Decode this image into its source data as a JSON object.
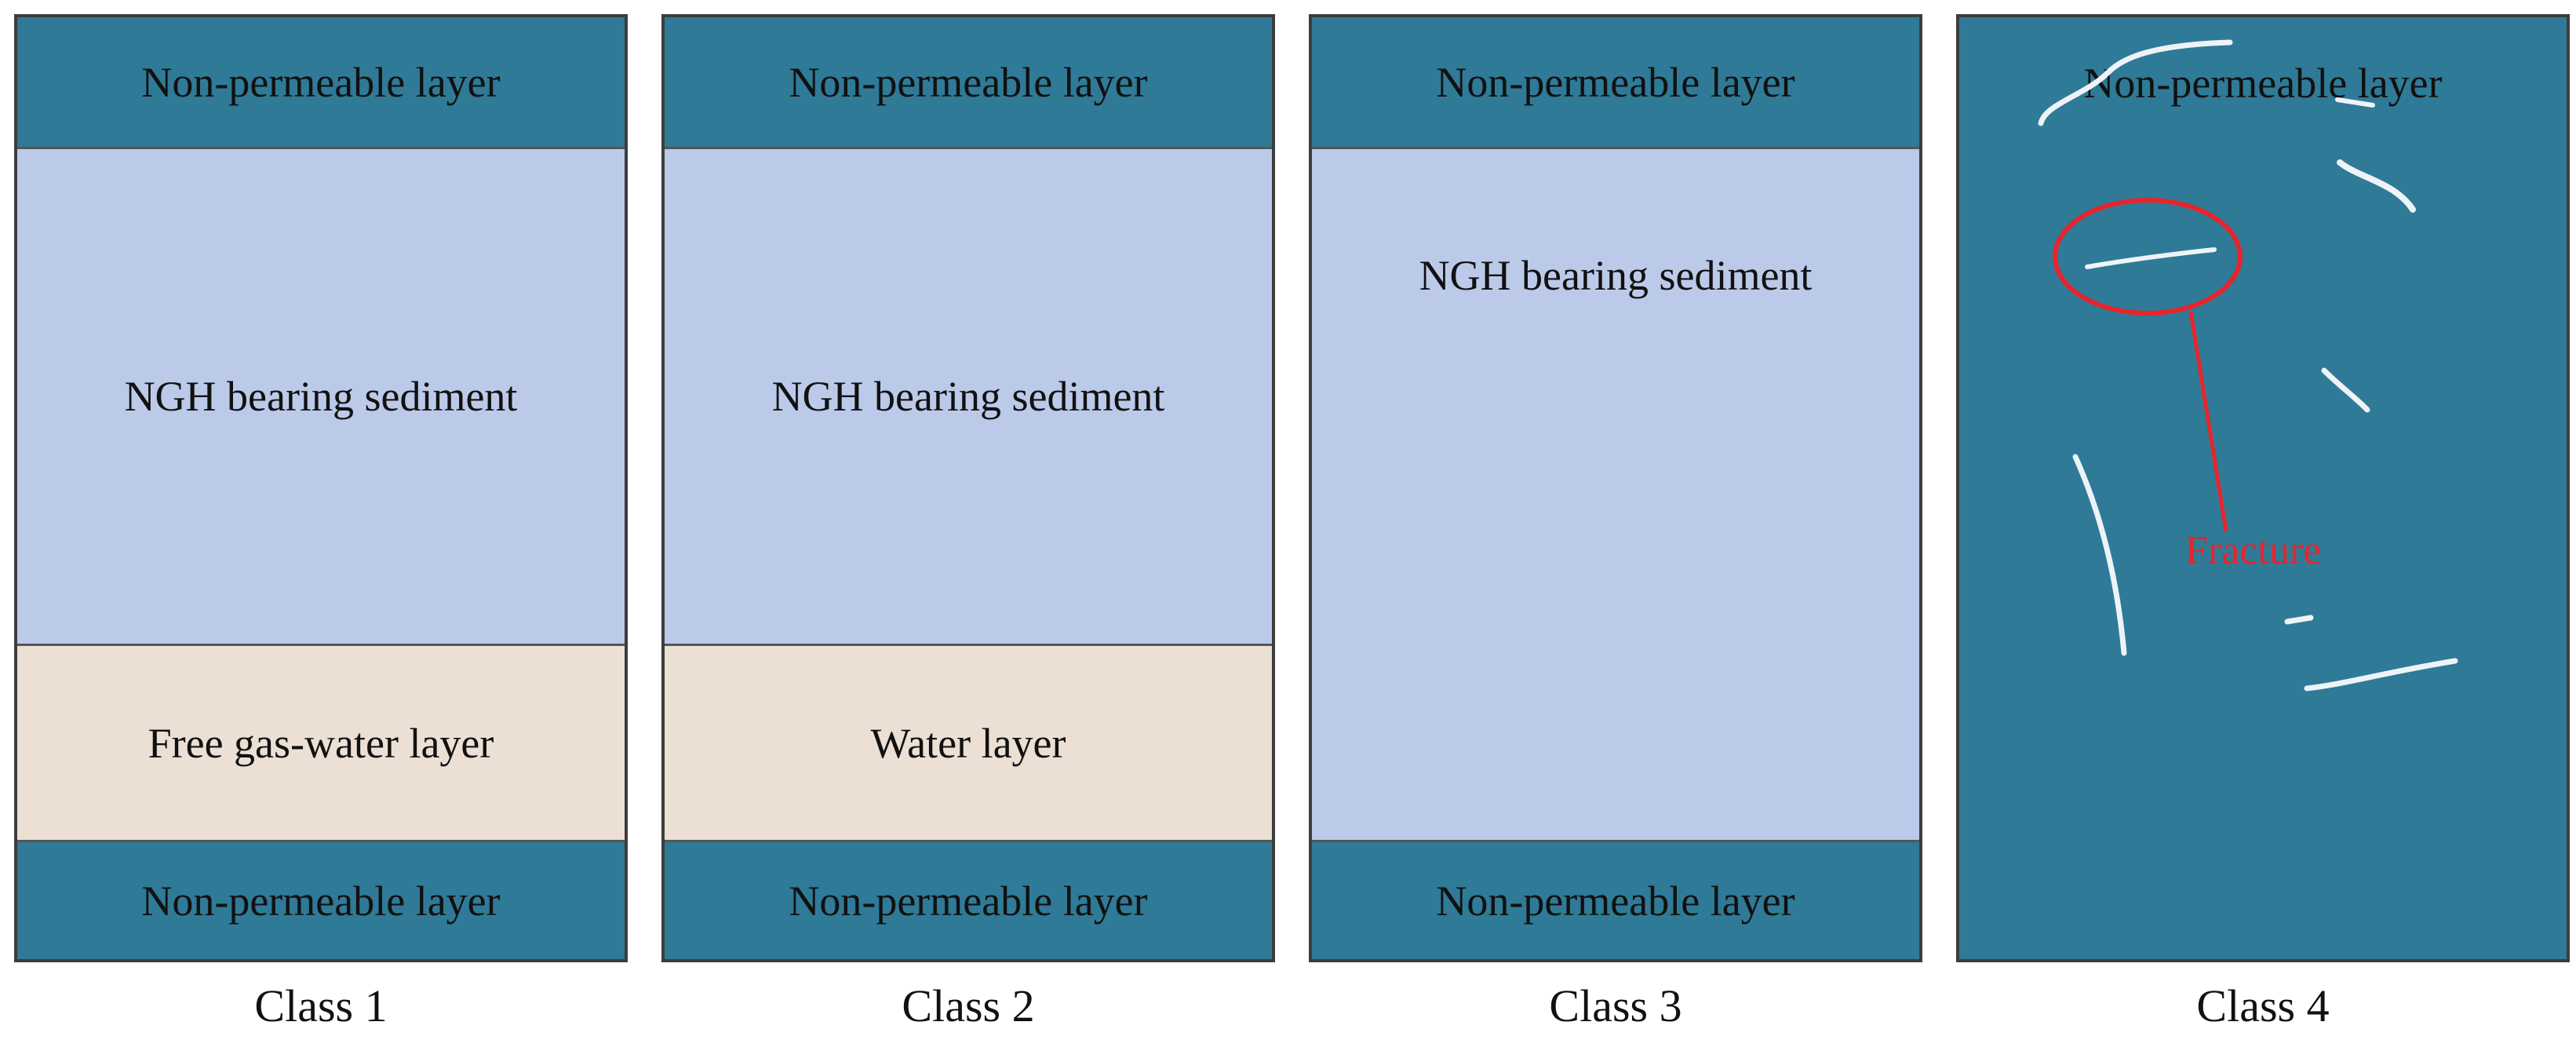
{
  "colors": {
    "non_permeable": "#2f7a97",
    "ngh_sediment": "#bccae9",
    "free_water": "#ecdfd4",
    "fracture": "#eef3f8",
    "annotation": "#e8242a"
  },
  "panels": [
    {
      "class_label": "Class 1",
      "top_layer": "Non-permeable layer",
      "ngh_layer": "NGH bearing sediment",
      "fluid_layer": "Free gas-water layer",
      "bottom_layer": "Non-permeable layer"
    },
    {
      "class_label": "Class 2",
      "top_layer": "Non-permeable layer",
      "ngh_layer": "NGH bearing sediment",
      "fluid_layer": "Water layer",
      "bottom_layer": "Non-permeable layer"
    },
    {
      "class_label": "Class 3",
      "top_layer": "Non-permeable layer",
      "ngh_layer": "NGH bearing sediment",
      "bottom_layer": "Non-permeable layer"
    },
    {
      "class_label": "Class 4",
      "top_layer": "Non-permeable layer",
      "fracture_label": "Fracture"
    }
  ]
}
